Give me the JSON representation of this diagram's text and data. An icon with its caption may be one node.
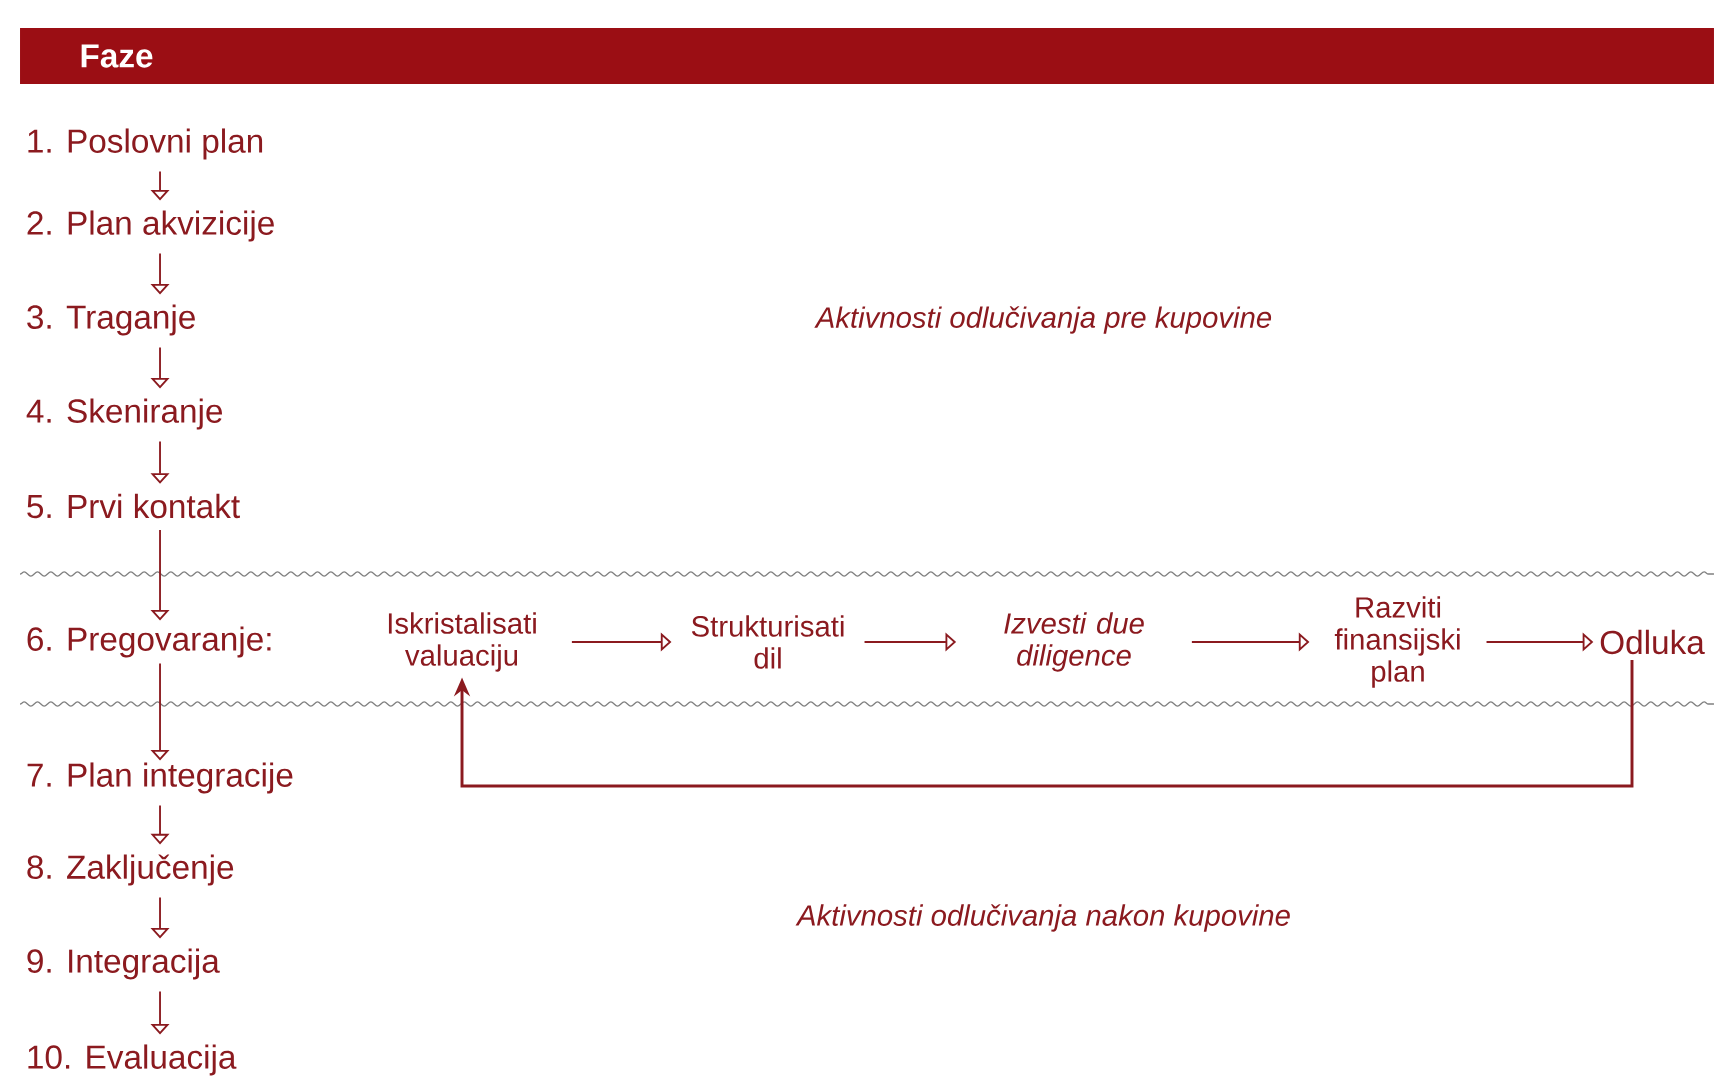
{
  "diagram": {
    "title": "Faze",
    "nodes": [
      {
        "text": [
          "1. Poslovni plan"
        ]
      },
      {
        "text": [
          "2. Plan akvizicije"
        ]
      },
      {
        "text": [
          "3. Traganje"
        ]
      },
      {
        "text": [
          "4. Skeniranje"
        ]
      },
      {
        "text": [
          "5. Prvi kontakt"
        ]
      },
      {
        "text": [
          "6. Pregovaranje:"
        ]
      },
      {
        "text": [
          "Iskristalisati valuaciju"
        ]
      },
      {
        "text": [
          "Strukturisati dil"
        ]
      },
      {
        "text": [
          "Izvesti due diligence"
        ]
      },
      {
        "text": [
          "Razviti finansijski plan"
        ]
      },
      {
        "text": [
          "Odluka"
        ]
      },
      {
        "text": [
          "7. Plan integracije"
        ]
      },
      {
        "text": [
          "8. Zaključenje"
        ]
      },
      {
        "text": [
          "9. Integracija"
        ]
      },
      {
        "text": [
          "10. Evaluacija"
        ]
      }
    ],
    "edges": [
      {
        "from": 0,
        "to": 1,
        "arrow": "to"
      },
      {
        "from": 1,
        "to": 2,
        "arrow": "to"
      },
      {
        "from": 2,
        "to": 3,
        "arrow": "to"
      },
      {
        "from": 3,
        "to": 4,
        "arrow": "to"
      },
      {
        "from": 4,
        "to": 5,
        "arrow": "to"
      },
      {
        "from": 6,
        "to": 7,
        "arrow": "to"
      },
      {
        "from": 7,
        "to": 8,
        "arrow": "to"
      },
      {
        "from": 8,
        "to": 9,
        "arrow": "to"
      },
      {
        "from": 9,
        "to": 10,
        "arrow": "to"
      },
      {
        "from": 10,
        "to": 6,
        "arrow": "to"
      },
      {
        "from": 5,
        "to": 11,
        "arrow": "to"
      },
      {
        "from": 11,
        "to": 12,
        "arrow": "to"
      },
      {
        "from": 12,
        "to": 13,
        "arrow": "to"
      },
      {
        "from": 13,
        "to": 14,
        "arrow": "to"
      }
    ],
    "labels": [
      "Aktivnosti odlučivanja pre kupovine",
      "Aktivnosti odlučivanja nakon kupovine"
    ]
  }
}
